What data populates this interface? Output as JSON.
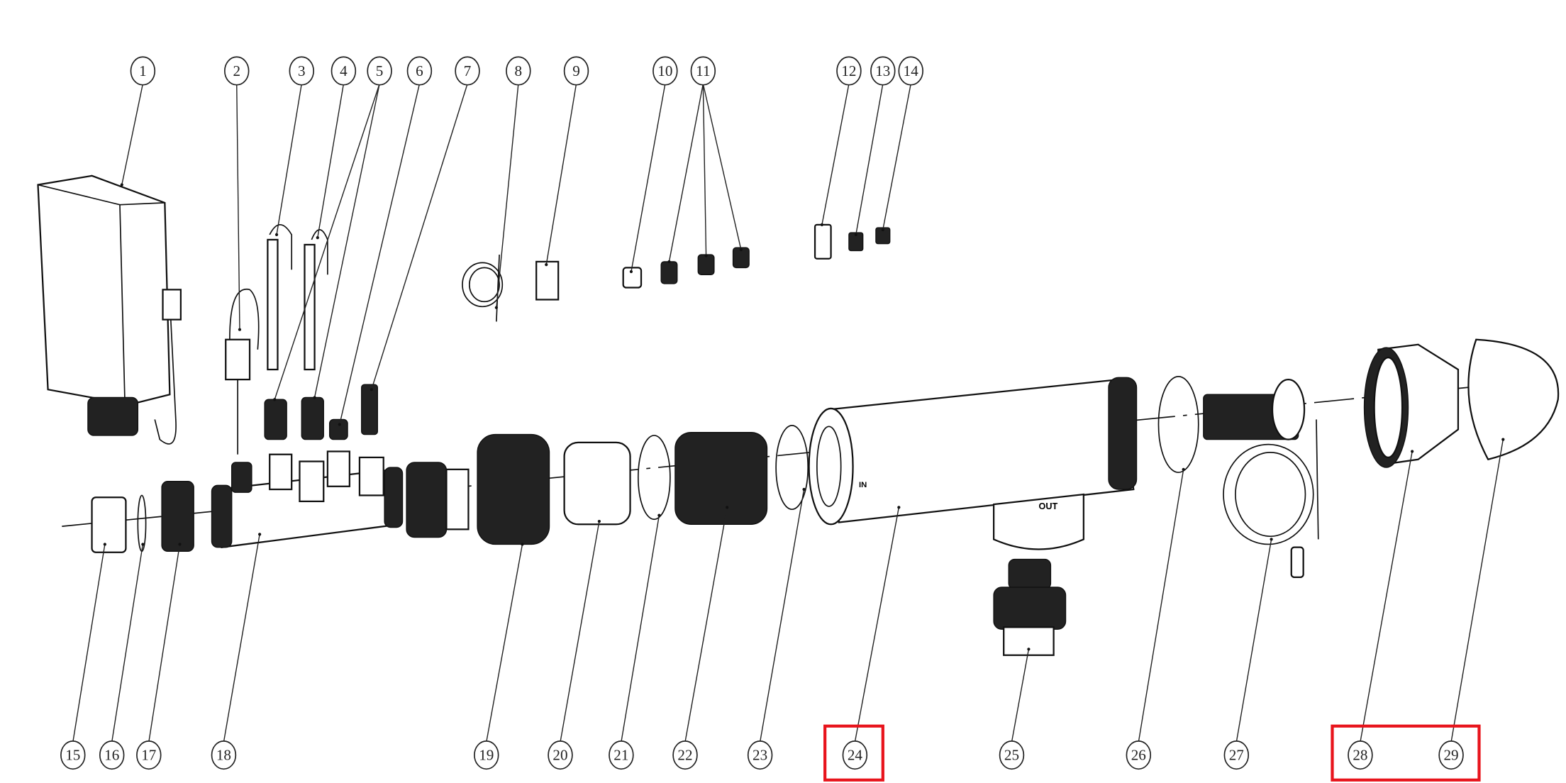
{
  "diagram": {
    "type": "exploded-parts-diagram",
    "highlight_color": "#e8141c",
    "top_labels": [
      "1",
      "2",
      "3",
      "4",
      "5",
      "6",
      "7",
      "8",
      "9",
      "10",
      "11",
      "12",
      "13",
      "14"
    ],
    "bottom_labels": [
      "15",
      "16",
      "17",
      "18",
      "19",
      "20",
      "21",
      "22",
      "23",
      "24",
      "25",
      "26",
      "27",
      "28",
      "29"
    ],
    "highlighted_labels": [
      "24",
      "28",
      "29"
    ],
    "part_markings": {
      "inlet": "IN",
      "outlet": "OUT"
    }
  }
}
